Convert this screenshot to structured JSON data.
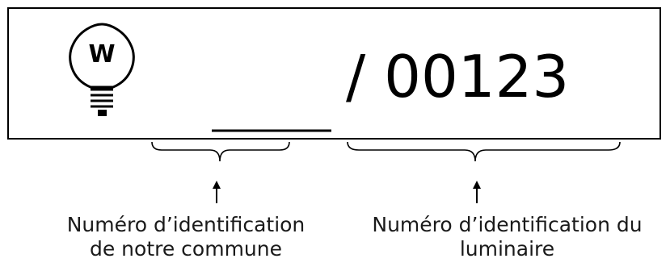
{
  "plate": {
    "icon_name": "lightbulb-icon",
    "icon_letter": "W",
    "code": "/ 00123"
  },
  "annotations": [
    {
      "line1": "Numéro d’identification",
      "line2": "de notre commune"
    },
    {
      "line1": "Numéro d’identification du",
      "line2": "luminaire"
    }
  ],
  "colors": {
    "stroke": "#000000",
    "text": "#1a1a1a",
    "background": "#ffffff"
  }
}
